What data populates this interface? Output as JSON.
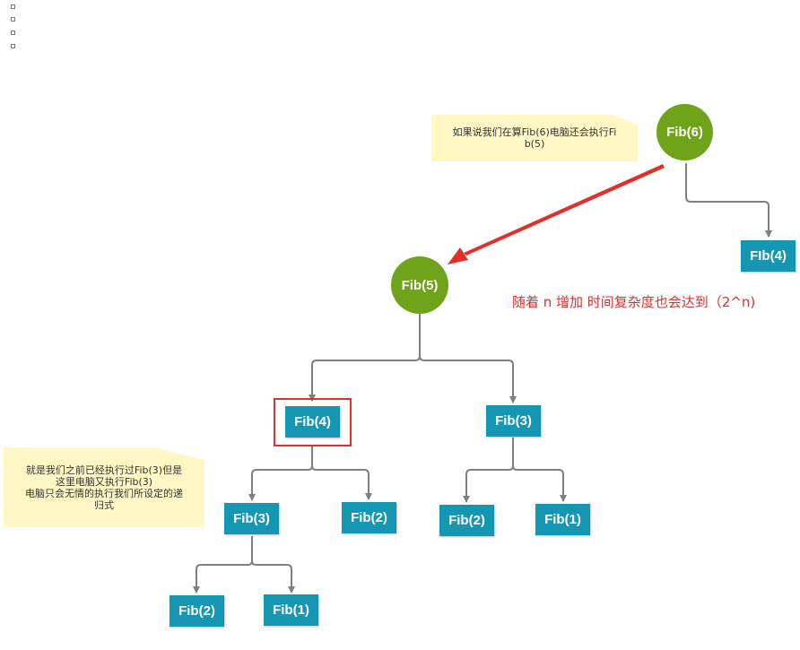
{
  "nodes": {
    "fib6": "Fib(6)",
    "fib4_right": "FIb(4)",
    "fib5": "Fib(5)",
    "fib4_left": "Fib(4)",
    "fib3_right": "Fib(3)",
    "fib3_left": "Fib(3)",
    "fib2_mid": "Fib(2)",
    "fib2_right": "Fib(2)",
    "fib1_right": "Fib(1)",
    "fib2_bottom": "Fib(2)",
    "fib1_bottom": "Fib(1)"
  },
  "notes": {
    "top": "如果说我们在算Fib(6)电脑还会执行Fi\nb(5)",
    "left": "就是我们之前已经执行过Fib(3)但是\n这里电脑又执行Fib(3)\n电脑只会无情的执行我们所设定的递\n归式"
  },
  "annotation": "随着 n 增加 时间复杂度也会达到（2^n)",
  "colors": {
    "circle": "#6ea31a",
    "box": "#1596b3",
    "accent_red": "#e0302c",
    "note_bg": "#fff8c4",
    "edge": "#7f7f7f"
  }
}
